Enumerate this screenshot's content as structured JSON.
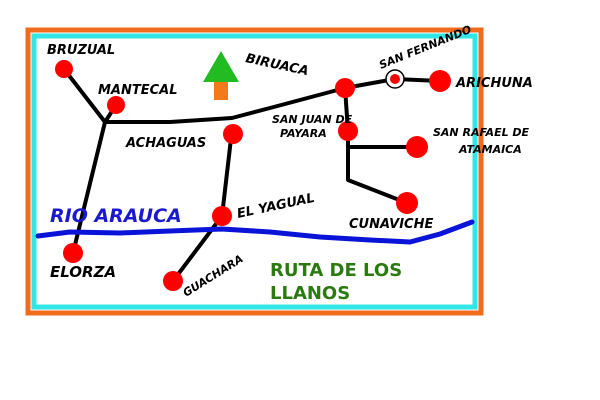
{
  "colors": {
    "outer_border": "#f26b1d",
    "inner_border": "#33e6e6",
    "road": "#000000",
    "river": "#0a14d8",
    "town": "#ff0000",
    "river_label": "#1a1acc",
    "route_title": "#2a7a10",
    "north_arrow_head": "#22bb22",
    "north_arrow_stem": "#f27a1a"
  },
  "icons": {
    "north_arrow": "north-arrow-icon"
  },
  "river": {
    "name": "RIO ARAUCA"
  },
  "route_title": {
    "line1": "RUTA DE LOS",
    "line2": "LLANOS"
  },
  "towns": {
    "bruzual": "BRUZUAL",
    "mantecal": "MANTECAL",
    "achaguas": "ACHAGUAS",
    "biruaca": "BIRUACA",
    "san_fernando": "SAN FERNANDO",
    "arichuna": "ARICHUNA",
    "san_juan_line1": "SAN JUAN DE",
    "san_juan_line2": "PAYARA",
    "san_rafael_line1": "SAN RAFAEL DE",
    "san_rafael_line2": "ATAMAICA",
    "cunaviche": "CUNAVICHE",
    "el_yagual": "EL YAGUAL",
    "guachara": "GUACHARA",
    "elorza": "ELORZA"
  }
}
